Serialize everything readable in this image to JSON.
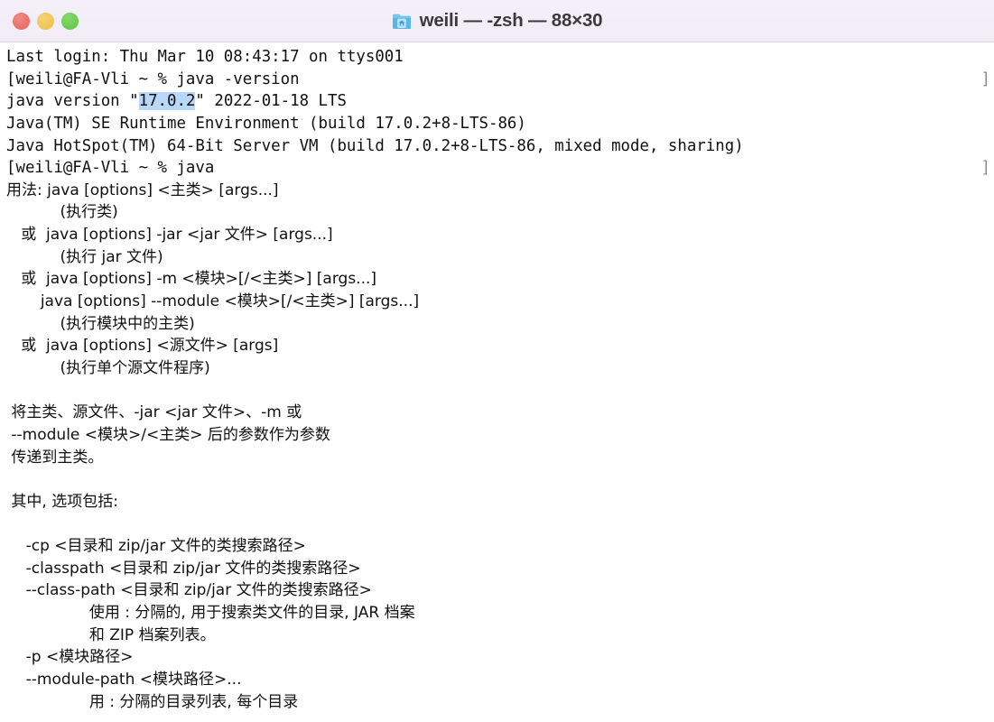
{
  "window": {
    "title": "weili — -zsh — 88×30",
    "icon": "home-folder-icon",
    "traffic_lights": {
      "close_label": "Close",
      "minimize_label": "Minimize",
      "zoom_label": "Zoom",
      "close_color": "#e8615a",
      "minimize_color": "#f0bf4c",
      "zoom_color": "#5cc244"
    },
    "titlebar_color": "#f2eef7",
    "body_color": "#ffffff",
    "text_color": "#111111",
    "selection_color": "#b9d7f7",
    "prompt_mark_color": "#8c8c8c",
    "columns": "88",
    "rows": "30"
  },
  "terminal": {
    "lines": [
      {
        "text": "Last login: Thu Mar 10 08:43:17 on ttys001"
      },
      {
        "text": "[weili@FA-Vli ~ % java -version",
        "mark": "]"
      },
      {
        "pre": "java version \"",
        "selected": "17.0.2",
        "post": "\" 2022-01-18 LTS"
      },
      {
        "text": "Java(TM) SE Runtime Environment (build 17.0.2+8-LTS-86)"
      },
      {
        "text": "Java HotSpot(TM) 64-Bit Server VM (build 17.0.2+8-LTS-86, mixed mode, sharing)"
      },
      {
        "text": "[weili@FA-Vli ~ % java",
        "mark": "]"
      },
      {
        "text": "用法: java [options] <主类> [args...]",
        "cjk": true
      },
      {
        "text": "           (执行类)",
        "cjk": true
      },
      {
        "text": "   或  java [options] -jar <jar 文件> [args...]",
        "cjk": true
      },
      {
        "text": "           (执行 jar 文件)",
        "cjk": true
      },
      {
        "text": "   或  java [options] -m <模块>[/<主类>] [args...]",
        "cjk": true
      },
      {
        "text": "       java [options] --module <模块>[/<主类>] [args...]",
        "cjk": true
      },
      {
        "text": "           (执行模块中的主类)",
        "cjk": true
      },
      {
        "text": "   或  java [options] <源文件> [args]",
        "cjk": true
      },
      {
        "text": "           (执行单个源文件程序)",
        "cjk": true
      },
      {
        "text": ""
      },
      {
        "text": " 将主类、源文件、-jar <jar 文件>、-m 或",
        "cjk": true
      },
      {
        "text": " --module <模块>/<主类> 后的参数作为参数",
        "cjk": true
      },
      {
        "text": " 传递到主类。",
        "cjk": true
      },
      {
        "text": ""
      },
      {
        "text": " 其中, 选项包括:",
        "cjk": true
      },
      {
        "text": ""
      },
      {
        "text": "    -cp <目录和 zip/jar 文件的类搜索路径>",
        "cjk": true
      },
      {
        "text": "    -classpath <目录和 zip/jar 文件的类搜索路径>",
        "cjk": true
      },
      {
        "text": "    --class-path <目录和 zip/jar 文件的类搜索路径>",
        "cjk": true
      },
      {
        "text": "                 使用 : 分隔的, 用于搜索类文件的目录, JAR 档案",
        "cjk": true
      },
      {
        "text": "                 和 ZIP 档案列表。",
        "cjk": true
      },
      {
        "text": "    -p <模块路径>",
        "cjk": true
      },
      {
        "text": "    --module-path <模块路径>...",
        "cjk": true
      },
      {
        "text": "                 用 : 分隔的目录列表, 每个目录",
        "cjk": true
      }
    ]
  }
}
